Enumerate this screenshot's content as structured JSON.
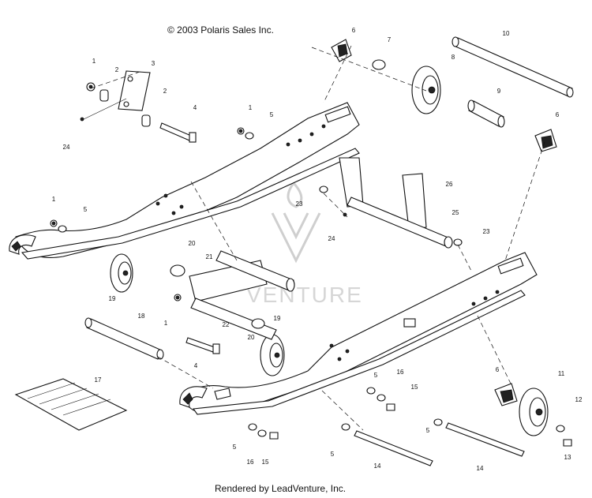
{
  "copyright": "© 2003 Polaris Sales Inc.",
  "footer": "Rendered by LeadVenture, Inc.",
  "watermark_text": "VENTURE",
  "callouts": [
    "1",
    "2",
    "3",
    "2",
    "4",
    "1",
    "5",
    "24",
    "1",
    "5",
    "6",
    "7",
    "8",
    "10",
    "9",
    "6",
    "23",
    "26",
    "25",
    "24",
    "23",
    "20",
    "21",
    "19",
    "1",
    "22",
    "20",
    "18",
    "4",
    "19",
    "5",
    "16",
    "15",
    "17",
    "6",
    "11",
    "12",
    "5",
    "5",
    "16",
    "15",
    "5",
    "14",
    "14",
    "13"
  ]
}
